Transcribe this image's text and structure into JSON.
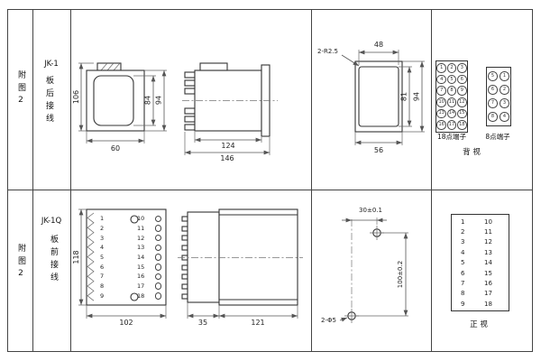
{
  "sidebar": {
    "fig_top": "附图2",
    "model_top": "JK-1",
    "wiring_top": "板后接线",
    "model_bottom": "JK-1Q",
    "wiring_bottom": "板前接线",
    "fig_bottom": "附图2"
  },
  "jk1": {
    "front": {
      "height_total": "106",
      "height_window": "84",
      "height_body": "94",
      "width": "60"
    },
    "side": {
      "depth_body": "124",
      "depth_total": "146"
    },
    "cutout": {
      "corner_note": "2-R2.5",
      "width_inner": "48",
      "height_inner": "81",
      "height_outer": "94",
      "width_outer": "56"
    },
    "terminals": {
      "t18": [
        "1",
        "2",
        "3",
        "4",
        "5",
        "6",
        "7",
        "8",
        "9",
        "10",
        "11",
        "12",
        "13",
        "14",
        "15",
        "16",
        "17",
        "18"
      ],
      "t8": [
        "5",
        "1",
        "6",
        "2",
        "7",
        "3",
        "8",
        "4"
      ],
      "t18_label": "18点端子",
      "t8_label": "8点端子",
      "view_label": "背 视"
    }
  },
  "jk1q": {
    "front": {
      "height": "118",
      "width": "102"
    },
    "side": {
      "depth_terminal": "35",
      "depth_body": "121"
    },
    "drill": {
      "offset_x": "30±0.1",
      "offset_y": "100±0.2",
      "holes": "2-Φ5"
    },
    "pins": {
      "left": [
        "1",
        "2",
        "3",
        "4",
        "5",
        "6",
        "7",
        "8",
        "9"
      ],
      "right": [
        "10",
        "11",
        "12",
        "13",
        "14",
        "15",
        "16",
        "17",
        "18"
      ]
    },
    "view_label": "正 视"
  }
}
